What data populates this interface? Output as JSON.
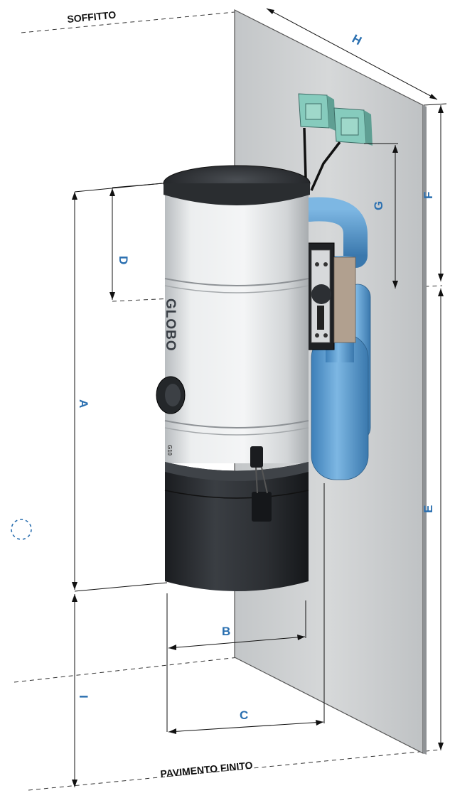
{
  "reference_labels": {
    "ceiling": "SOFFITTO",
    "floor": "PAVIMENTO FINITO"
  },
  "dimensions": {
    "A": "A",
    "B": "B",
    "C": "C",
    "D": "D",
    "E": "E",
    "F": "F",
    "G": "G",
    "H": "H",
    "I": "I"
  },
  "unit": {
    "brand": "GLOBO",
    "model": "G10"
  },
  "colors": {
    "dimension_text": "#2a6fb0",
    "wall_panel": "#c9ccce",
    "pipe": "#5a9fd6",
    "body_silver": "#dfe2e4",
    "collector_dark": "#2a2d31",
    "outlet_box": "#7fc6b8"
  }
}
